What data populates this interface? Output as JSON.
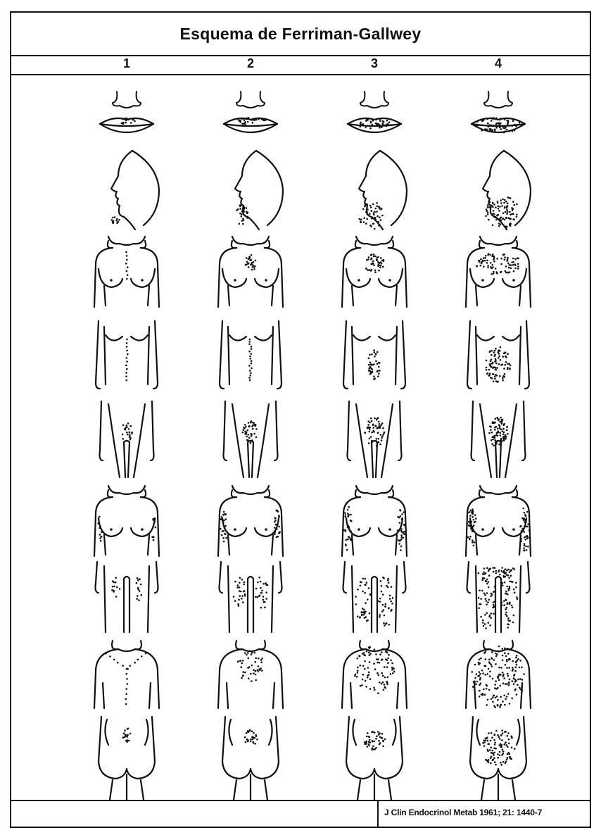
{
  "title": "Esquema de Ferriman-Gallwey",
  "columns": [
    "1",
    "2",
    "3",
    "4"
  ],
  "regions": [
    "upper-lip",
    "chin",
    "chest",
    "upper-abdomen",
    "lower-abdomen",
    "upper-arm",
    "thigh",
    "upper-back",
    "lower-back"
  ],
  "citation": "J Clin Endocrinol Metab 1961; 21: 1440-7",
  "colors": {
    "ink": "#111111",
    "paper": "#ffffff"
  }
}
